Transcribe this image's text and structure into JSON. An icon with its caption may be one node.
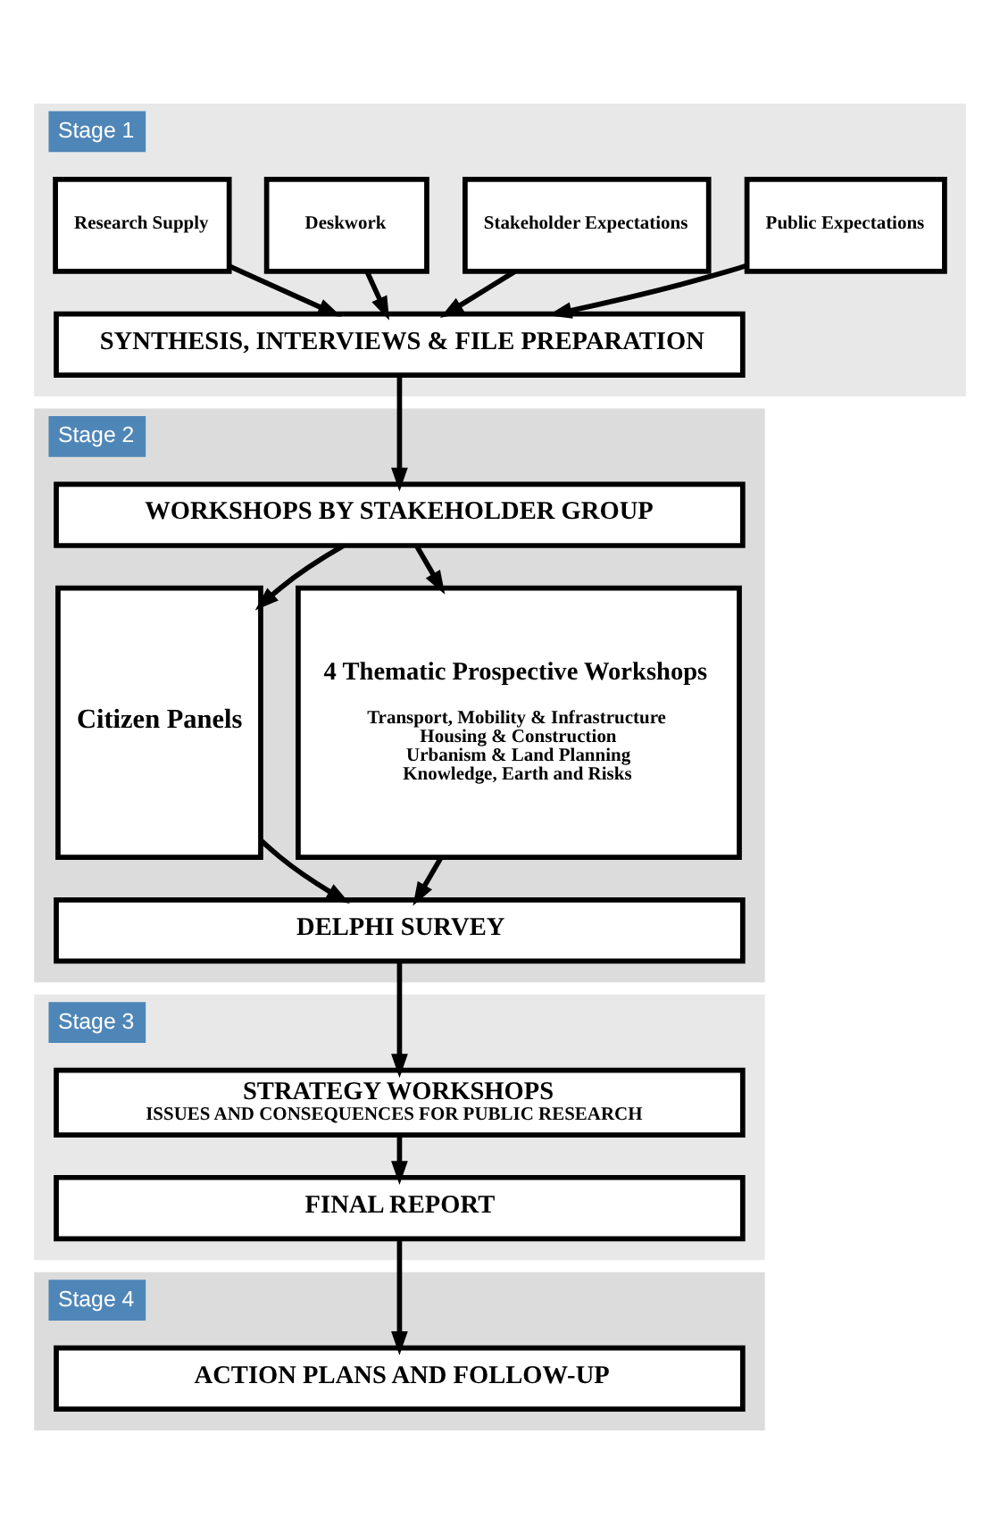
{
  "diagram": {
    "nodes": [
      {
        "text": [
          "Stage 1"
        ]
      },
      {
        "text": [
          "Public Expectations"
        ],
        "in": 0
      },
      {
        "text": [
          "Stakeholder Expectations"
        ],
        "in": 0
      },
      {
        "text": [
          "Deskwork"
        ],
        "in": 0
      },
      {
        "text": [
          "Research Supply"
        ],
        "in": 0
      },
      {
        "text": [
          "SYNTHESIS, INTERVIEWS & FILE PREPARATION"
        ],
        "in": 0
      },
      {
        "text": [
          "Stage 2"
        ]
      },
      {
        "text": [
          "WORKSHOPS BY STAKEHOLDER GROUP"
        ],
        "in": 6
      },
      {
        "text": [
          "Citizen Panels"
        ],
        "in": 6
      },
      {
        "text": [
          "4 Thematic Prospective Workshops",
          "Transport, Mobility & Infrastructure",
          "Housing & Construction",
          "Urbanism & Land Planning",
          "Knowledge, Earth and Risks"
        ],
        "in": 6
      },
      {
        "text": [
          "DELPHI SURVEY"
        ],
        "in": 6
      },
      {
        "text": [
          "Stage 3"
        ]
      },
      {
        "text": [
          "STRATEGY WORKSHOPS",
          "ISSUES AND CONSEQUENCES FOR PUBLIC RESEARCH"
        ],
        "in": 11
      },
      {
        "text": [
          "FINAL REPORT"
        ],
        "in": 11
      },
      {
        "text": [
          "Stage 4"
        ]
      },
      {
        "text": [
          "ACTION PLANS AND FOLLOW-UP"
        ],
        "in": 14
      }
    ],
    "edges": [
      {
        "from": 1,
        "to": 5,
        "arrow": "to"
      },
      {
        "from": 2,
        "to": 5,
        "arrow": "to"
      },
      {
        "from": 3,
        "to": 5,
        "arrow": "to"
      },
      {
        "from": 4,
        "to": 5,
        "arrow": "to"
      },
      {
        "from": 5,
        "to": 7,
        "arrow": "to"
      },
      {
        "from": 7,
        "to": 8,
        "arrow": "to"
      },
      {
        "from": 7,
        "to": 9,
        "arrow": "to"
      },
      {
        "from": 8,
        "to": 10,
        "arrow": "to"
      },
      {
        "from": 9,
        "to": 10,
        "arrow": "to"
      },
      {
        "from": 10,
        "to": 12,
        "arrow": "to"
      },
      {
        "from": 12,
        "to": 13,
        "arrow": "to"
      },
      {
        "from": 13,
        "to": 15,
        "arrow": "to"
      }
    ]
  }
}
